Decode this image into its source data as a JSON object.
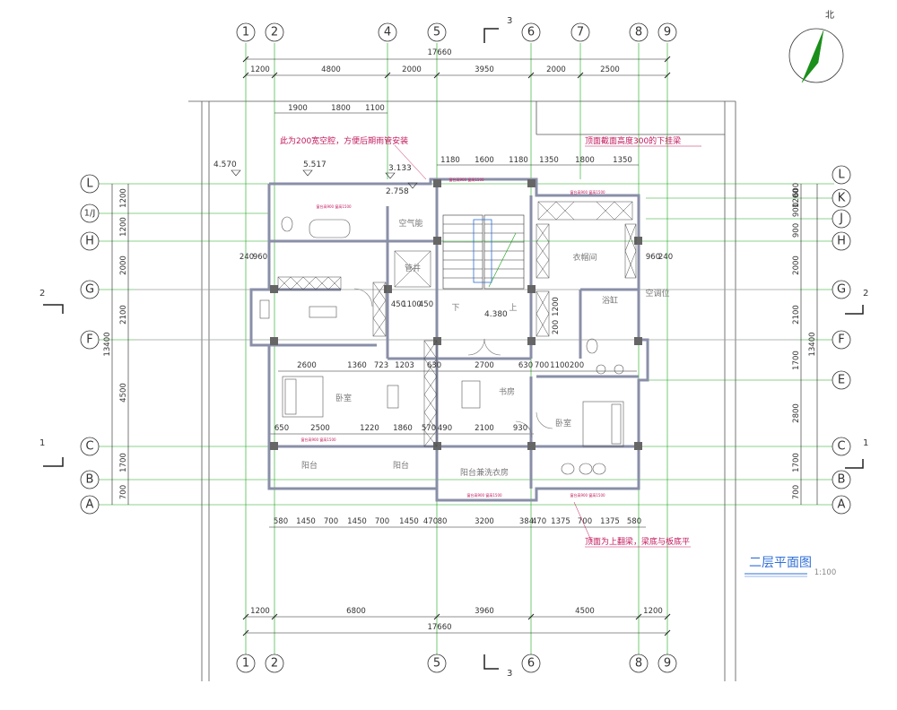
{
  "drawing": {
    "title": "二层平面图",
    "scale": "1:100",
    "north_label": "北",
    "colors": {
      "grid_line": "#1aa31a",
      "wall": "#8a8fa8",
      "wall_fill": "#c8cadc",
      "dimension": "#222222",
      "annotation": "#c2185b",
      "title": "#2f6fd8",
      "north_arrow": "#1a8f1a"
    }
  },
  "axes_top": [
    "1",
    "2",
    "4",
    "5",
    "6",
    "7",
    "8",
    "9"
  ],
  "axes_bottom": [
    "1",
    "2",
    "5",
    "6",
    "8",
    "9"
  ],
  "axes_left": [
    "L",
    "1/J",
    "H",
    "G",
    "F",
    "C",
    "B",
    "A"
  ],
  "axes_right": [
    "L",
    "K",
    "J",
    "H",
    "G",
    "F",
    "E",
    "C",
    "B",
    "A"
  ],
  "dims": {
    "top_total": "17660",
    "top_segments": [
      "1200",
      "4800",
      "2000",
      "3950",
      "2000",
      "2500"
    ],
    "top_sub": [
      "1900",
      "1800",
      "1100"
    ],
    "top_roof": [
      "1180",
      "1600",
      "1180",
      "1350",
      "1800",
      "1350"
    ],
    "bottom_total": "17660",
    "bottom_segments": [
      "1200",
      "6800",
      "3960",
      "4500",
      "1200"
    ],
    "bottom_openings": [
      "580",
      "1450",
      "700",
      "1450",
      "700",
      "1450",
      "470",
      "80",
      "3200",
      "384",
      "470",
      "1375",
      "700",
      "1375",
      "580"
    ],
    "left_total": "13400",
    "left_segments": [
      "1200",
      "1200",
      "2000",
      "2100",
      "4500",
      "1700",
      "700"
    ],
    "right_total": "13400",
    "right_segments": [
      "1200",
      "600",
      "900",
      "900",
      "2000",
      "2100",
      "1700",
      "2800",
      "1700",
      "700"
    ],
    "inner_row1": [
      "2600",
      "1360",
      "723",
      "1203",
      "630",
      "2700",
      "630",
      "700",
      "1100",
      "200"
    ],
    "inner_row2": [
      "650",
      "2500",
      "1220",
      "1860",
      "570",
      "490",
      "2100",
      "930"
    ],
    "stair_dims": [
      "450",
      "1100",
      "450"
    ],
    "small_dims": [
      "240",
      "960",
      "960",
      "240",
      "1200",
      "200"
    ]
  },
  "levels": [
    "4.570",
    "5.517",
    "3.133",
    "2.758",
    "4.380"
  ],
  "rooms": {
    "bedroom1": "卧室",
    "study": "书房",
    "bedroom2": "卧室",
    "cloakroom": "衣帽间",
    "bathroom": "浴缸",
    "ac": "空调位",
    "air": "空气能",
    "balcony1": "阳台",
    "balcony2": "阳台",
    "laundry": "阳台兼洗衣房",
    "stair_down": "下",
    "stair_up": "上",
    "shaft": "管井"
  },
  "notes": {
    "note1": "此为200宽空腔，方便后期雨管安装",
    "note2": "顶面截面高度300的下挂梁",
    "note3": "顶面为上翻梁，梁底与板底平",
    "window_tag": "窗台高900 窗高1500"
  },
  "sections": {
    "s1": "1",
    "s2": "2",
    "s3": "3"
  }
}
